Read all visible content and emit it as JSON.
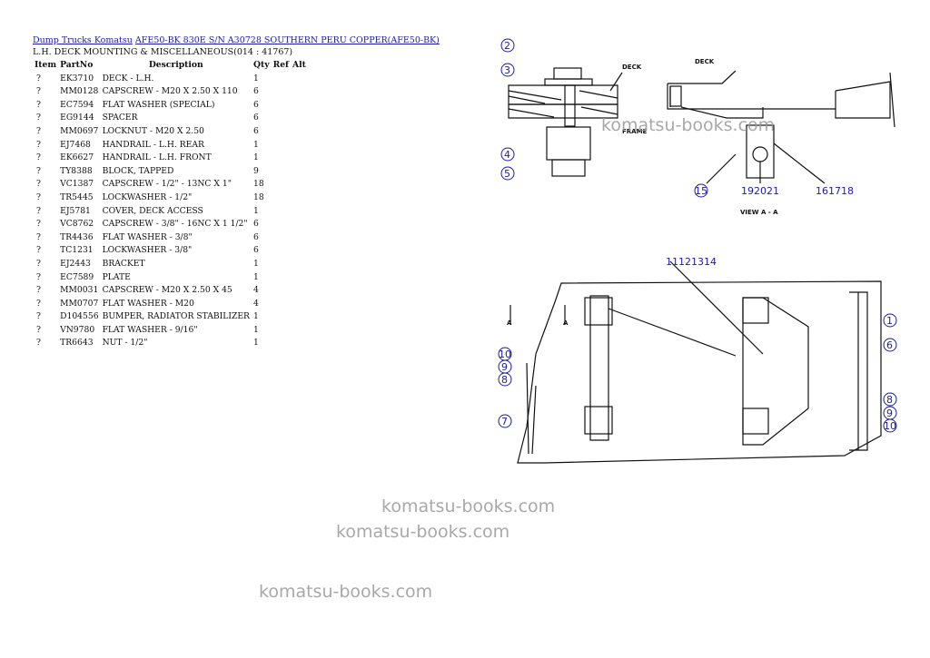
{
  "breadcrumb": {
    "link1": "Dump Trucks Komatsu",
    "link2": "AFE50-BK 830E S/N A30728 SOUTHERN PERU COPPER(AFE50-BK)"
  },
  "section_title": "L.H. DECK MOUNTING & MISCELLANEOUS(014 : 41767)",
  "table": {
    "headers": [
      "Item",
      "PartNo",
      "Description",
      "Qty",
      "Ref",
      "Alt"
    ],
    "rows": [
      {
        "item": "?",
        "partno": "EK3710",
        "desc": "DECK - L.H.",
        "qty": "1"
      },
      {
        "item": "?",
        "partno": "MM0128",
        "desc": "CAPSCREW - M20 X 2.50 X 110",
        "qty": "6"
      },
      {
        "item": "?",
        "partno": "EC7594",
        "desc": "FLAT WASHER (SPECIAL)",
        "qty": "6"
      },
      {
        "item": "?",
        "partno": "EG9144",
        "desc": "SPACER",
        "qty": "6"
      },
      {
        "item": "?",
        "partno": "MM0697",
        "desc": "LOCKNUT - M20 X 2.50",
        "qty": "6"
      },
      {
        "item": "?",
        "partno": "EJ7468",
        "desc": "HANDRAIL - L.H. REAR",
        "qty": "1"
      },
      {
        "item": "?",
        "partno": "EK6627",
        "desc": "HANDRAIL - L.H. FRONT",
        "qty": "1"
      },
      {
        "item": "?",
        "partno": "TY8388",
        "desc": "BLOCK, TAPPED",
        "qty": "9"
      },
      {
        "item": "?",
        "partno": "VC1387",
        "desc": "CAPSCREW - 1/2\" - 13NC X 1\"",
        "qty": "18"
      },
      {
        "item": "?",
        "partno": "TR5445",
        "desc": "LOCKWASHER - 1/2\"",
        "qty": "18"
      },
      {
        "item": "?",
        "partno": "EJ5781",
        "desc": "COVER, DECK ACCESS",
        "qty": "1"
      },
      {
        "item": "?",
        "partno": "VC8762",
        "desc": "CAPSCREW - 3/8\" - 16NC X 1 1/2\"",
        "qty": "6"
      },
      {
        "item": "?",
        "partno": "TR4436",
        "desc": "FLAT WASHER - 3/8\"",
        "qty": "6"
      },
      {
        "item": "?",
        "partno": "TC1231",
        "desc": "LOCKWASHER - 3/8\"",
        "qty": "6"
      },
      {
        "item": "?",
        "partno": "EJ2443",
        "desc": "BRACKET",
        "qty": "1"
      },
      {
        "item": "?",
        "partno": "EC7589",
        "desc": "PLATE",
        "qty": "1"
      },
      {
        "item": "?",
        "partno": "MM0031",
        "desc": "CAPSCREW - M20 X 2.50 X 45",
        "qty": "4"
      },
      {
        "item": "?",
        "partno": "MM0707",
        "desc": "FLAT WASHER - M20",
        "qty": "4"
      },
      {
        "item": "?",
        "partno": "D104556",
        "desc": "BUMPER, RADIATOR STABILIZER",
        "qty": "1"
      },
      {
        "item": "?",
        "partno": "VN9780",
        "desc": "FLAT WASHER - 9/16\"",
        "qty": "1"
      },
      {
        "item": "?",
        "partno": "TR6643",
        "desc": "NUT - 1/2\"",
        "qty": "1"
      }
    ]
  },
  "diagram": {
    "labels": {
      "deck_left": "DECK",
      "frame": "FRAME",
      "deck_right": "DECK",
      "view": "VIEW A - A",
      "section_a1": "A",
      "section_a2": "A"
    },
    "callouts": {
      "c2": "2",
      "c3": "3",
      "c4": "4",
      "c5": "5",
      "c15": "15",
      "c192021": "192021",
      "c161718": "161718",
      "c11121314": "11121314",
      "c1": "1",
      "c6": "6",
      "c8r": "8",
      "c9r": "9",
      "c10r": "10",
      "c10l": "10",
      "c9l": "9",
      "c8l": "8",
      "c7": "7"
    }
  },
  "watermarks": [
    "komatsu-books.com",
    "komatsu-books.com",
    "komatsu-books.com",
    "komatsu-books.com"
  ]
}
